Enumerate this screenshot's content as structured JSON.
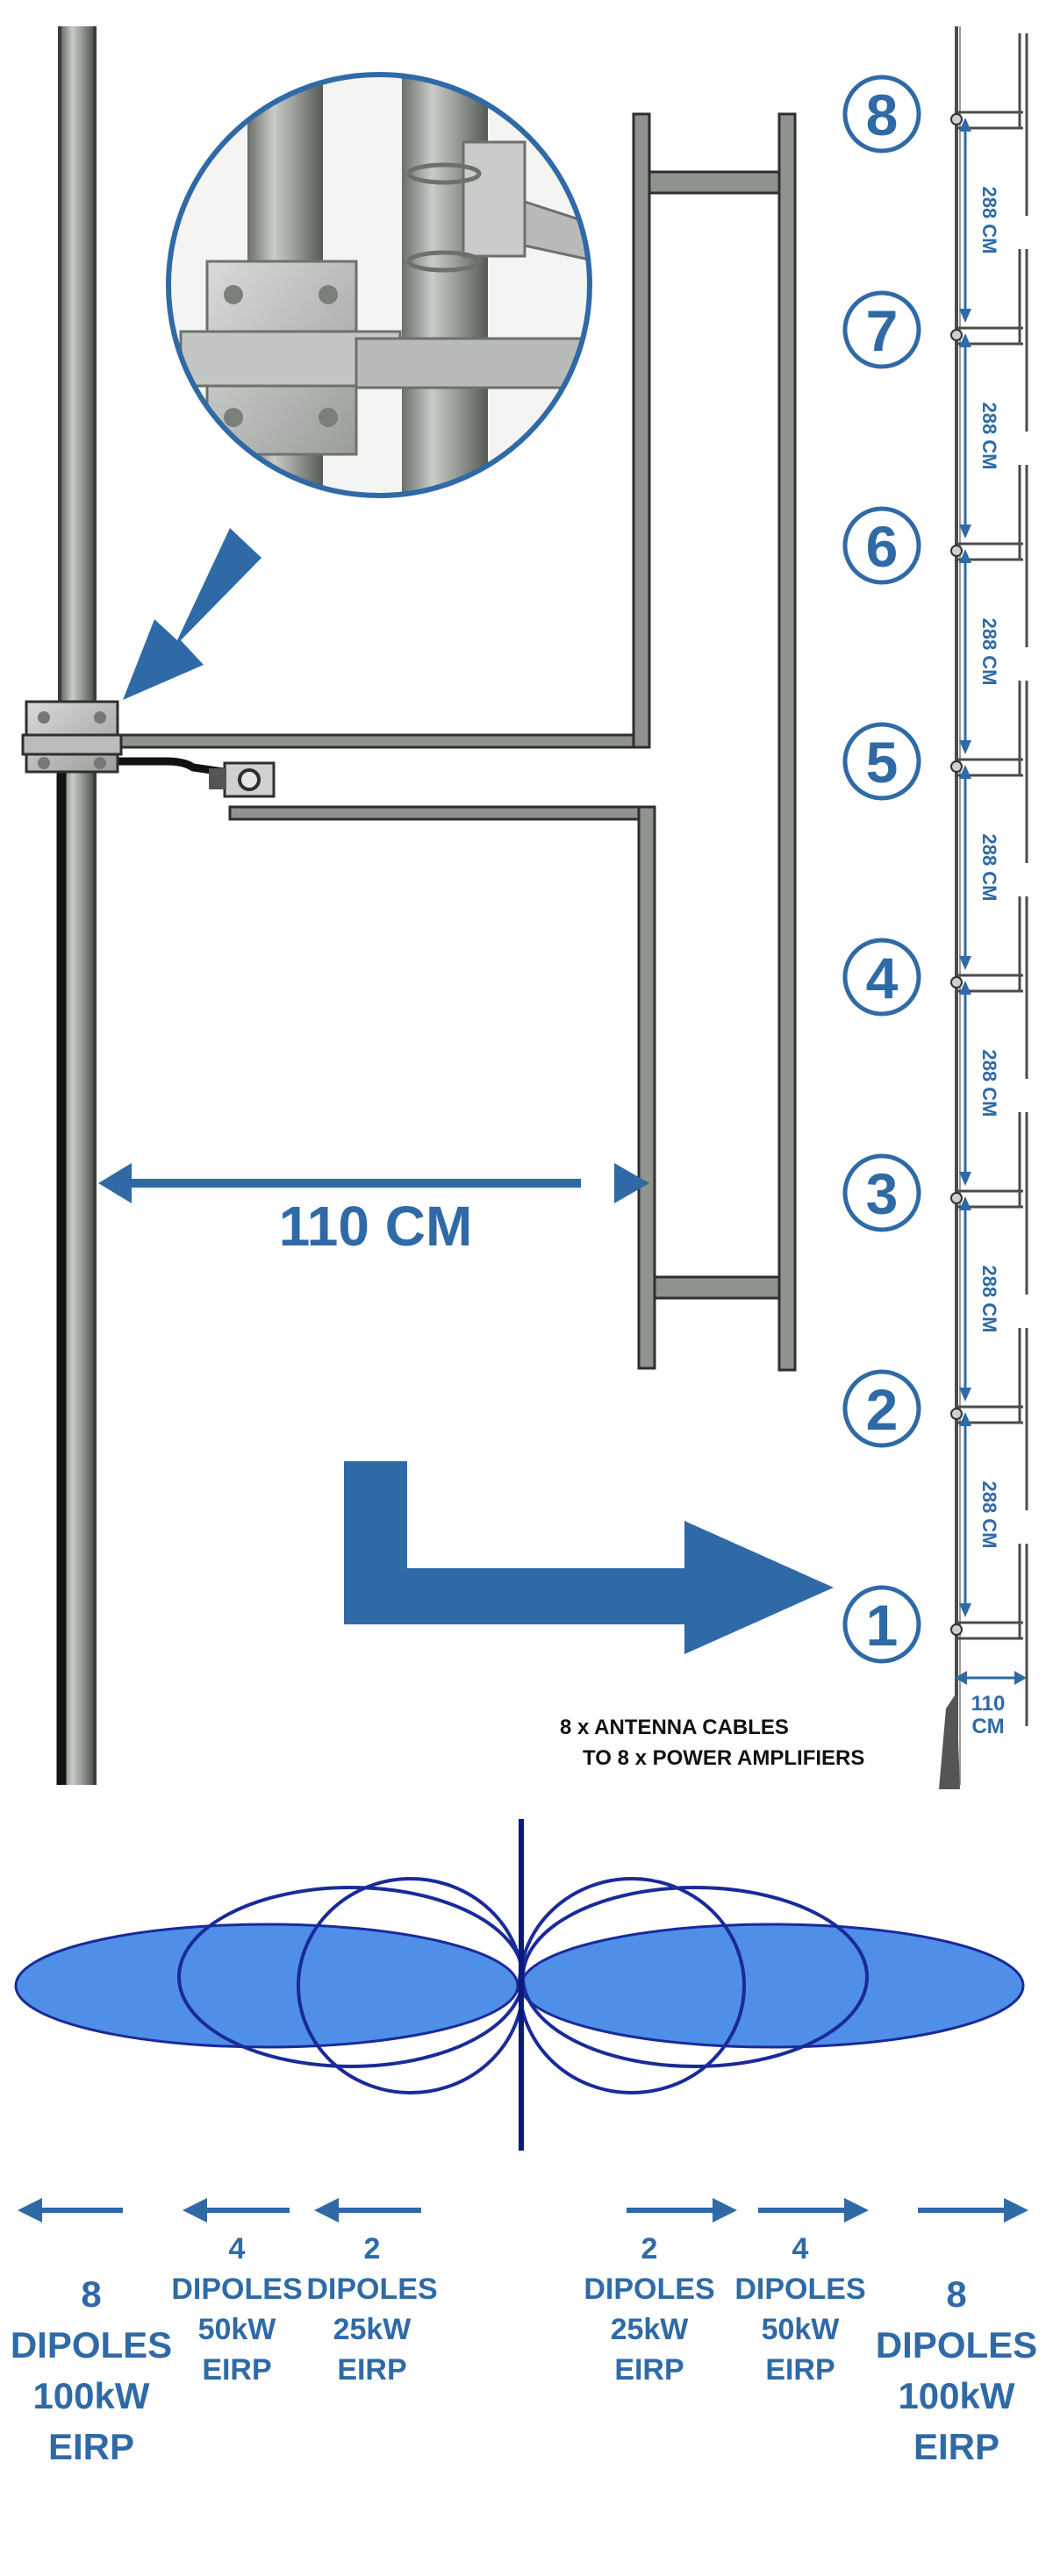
{
  "colors": {
    "accent": "#2f6aa6",
    "steel": "#8e938d",
    "steel_dark": "#2f2f2f",
    "lobe_fill": "#4f8fe8",
    "lobe_stroke": "#1a2a9a",
    "mast_line": "#0a1a7a"
  },
  "inset": {
    "icon": "mounting-clamp-photo-icon"
  },
  "element": {
    "width_label": "110 CM"
  },
  "array": {
    "dipole_numbers": [
      "8",
      "7",
      "6",
      "5",
      "4",
      "3",
      "2",
      "1"
    ],
    "spacing_labels": [
      "288 CM",
      "288 CM",
      "288 CM",
      "288 CM",
      "288 CM",
      "288 CM",
      "288 CM"
    ],
    "width_label_line1": "110",
    "width_label_line2": "CM",
    "cables_note_line1": "8 x ANTENNA CABLES",
    "cables_note_line2": "TO 8 x POWER AMPLIFIERS"
  },
  "pattern": {
    "left": [
      {
        "lines": [
          "8",
          "DIPOLES",
          "100kW",
          "EIRP"
        ]
      },
      {
        "lines": [
          "4",
          "DIPOLES",
          "50kW",
          "EIRP"
        ]
      },
      {
        "lines": [
          "2",
          "DIPOLES",
          "25kW",
          "EIRP"
        ]
      }
    ],
    "right": [
      {
        "lines": [
          "2",
          "DIPOLES",
          "25kW",
          "EIRP"
        ]
      },
      {
        "lines": [
          "4",
          "DIPOLES",
          "50kW",
          "EIRP"
        ]
      },
      {
        "lines": [
          "8",
          "DIPOLES",
          "100kW",
          "EIRP"
        ]
      }
    ]
  }
}
